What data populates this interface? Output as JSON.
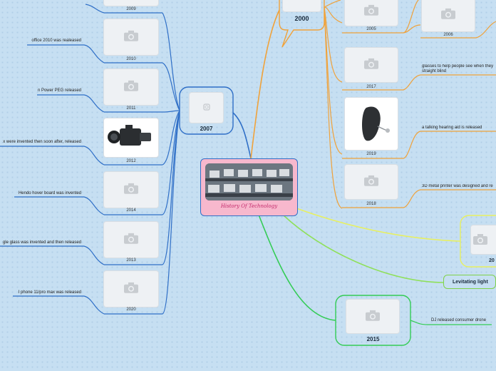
{
  "central": {
    "title": "History Of Technology",
    "image": "computer-lab-photo"
  },
  "icons": {
    "placeholder": "camera-icon"
  },
  "branches": {
    "y2007": {
      "label": "2007",
      "items": [
        {
          "caption": "2009",
          "text": ""
        },
        {
          "caption": "2010",
          "text": "office 2010 was realeased"
        },
        {
          "caption": "2011",
          "text": "n Power PEG released"
        },
        {
          "caption": "2012",
          "text": "x were invented then soon after, released",
          "image": "camera-photo"
        },
        {
          "caption": "2014",
          "text": "Hendo hover board was invented"
        },
        {
          "caption": "2013",
          "text": "gle glass was invented and then released"
        },
        {
          "caption": "2020",
          "text": "I phone 11/pro max was released"
        }
      ]
    },
    "y2000": {
      "label": "2000",
      "items": [
        {
          "caption": "2005",
          "text": ""
        },
        {
          "caption": "2006",
          "text": ""
        },
        {
          "caption": "2017",
          "text": "glasses to help people see when they straight blind"
        },
        {
          "caption": "2019",
          "text": "a talking hearing aid is released",
          "image": "hearing-aid-photo"
        },
        {
          "caption": "2018",
          "text": "3D metal printer was designed and re"
        }
      ]
    },
    "yellow": {
      "label": "20"
    },
    "levitating": {
      "label": "Levitating light"
    },
    "y2015": {
      "label": "2015",
      "items": [
        {
          "text": "DJ released consumer drone"
        }
      ]
    }
  },
  "colors": {
    "background": "#c6dff2",
    "center_fill": "#f7b8cd",
    "branch_blue": "#2f6fc7",
    "branch_orange": "#f0a23a",
    "branch_yellow": "#e8f060",
    "branch_lightgreen": "#8fe05a",
    "branch_green": "#33cc55"
  }
}
